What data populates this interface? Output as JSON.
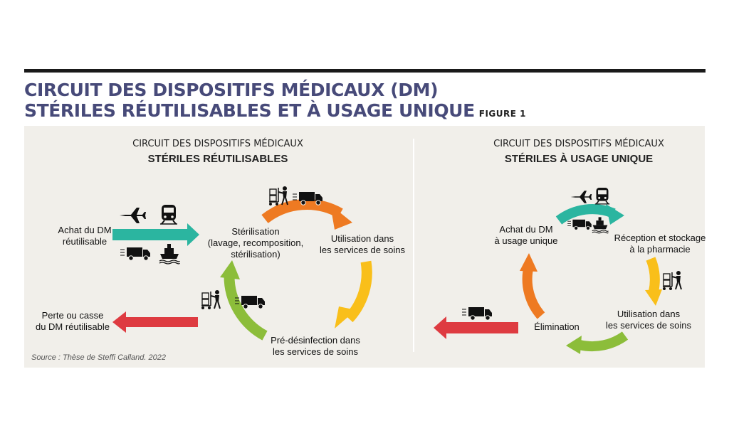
{
  "header": {
    "title_line1": "CIRCUIT DES DISPOSITIFS MÉDICAUX (DM)",
    "title_line2": "STÉRILES RÉUTILISABLES ET À USAGE UNIQUE",
    "figure_label": "FIGURE 1"
  },
  "left": {
    "title_line1": "CIRCUIT DES DISPOSITIFS MÉDICAUX",
    "title_line2": "STÉRILES RÉUTILISABLES",
    "purchase": [
      "Achat du DM",
      "réutilisable"
    ],
    "sterilization": [
      "Stérilisation",
      "(lavage, recomposition,",
      "stérilisation)"
    ],
    "usage": [
      "Utilisation dans",
      "les services de soins"
    ],
    "predisinfection": [
      "Pré-désinfection dans",
      "les services de soins"
    ],
    "loss": [
      "Perte ou casse",
      "du DM réutilisable"
    ]
  },
  "right": {
    "title_line1": "CIRCUIT DES DISPOSITIFS MÉDICAUX",
    "title_line2": "STÉRILES À USAGE UNIQUE",
    "purchase": [
      "Achat du DM",
      "à usage unique"
    ],
    "reception": [
      "Réception et stockage",
      "à la pharmacie"
    ],
    "usage": [
      "Utilisation dans",
      "les services de soins"
    ],
    "elimination": "Élimination"
  },
  "source": "Source : Thèse de Steffi Calland. 2022",
  "colors": {
    "title": "#474a79",
    "teal": "#2bb5a0",
    "orange": "#ee7a22",
    "yellow": "#f9bf1a",
    "green": "#8cbd3a",
    "red": "#de3b41",
    "panel": "#f1efea"
  },
  "icons": [
    "airplane-icon",
    "train-icon",
    "truck-icon",
    "ship-icon",
    "delivery-person-icon"
  ]
}
